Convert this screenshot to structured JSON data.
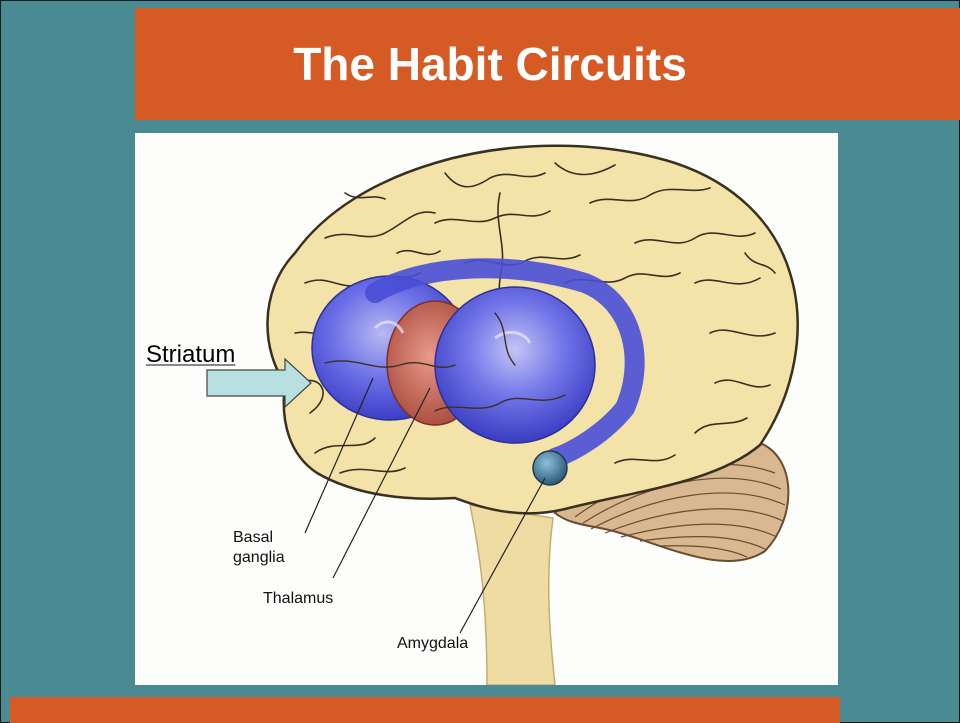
{
  "slide": {
    "title": "The Habit Circuits"
  },
  "diagram": {
    "callout_label": "Striatum",
    "labels": {
      "basal_line1": "Basal",
      "basal_line2": "ganglia",
      "thalamus": "Thalamus",
      "amygdala": "Amygdala"
    }
  },
  "colors": {
    "background": "#4a8a92",
    "accent": "#d55a24",
    "brain": "#f3e3a8",
    "ganglia": "#5a5ee0",
    "thalamus": "#c86a58",
    "arrow": "#b8e0e0"
  }
}
